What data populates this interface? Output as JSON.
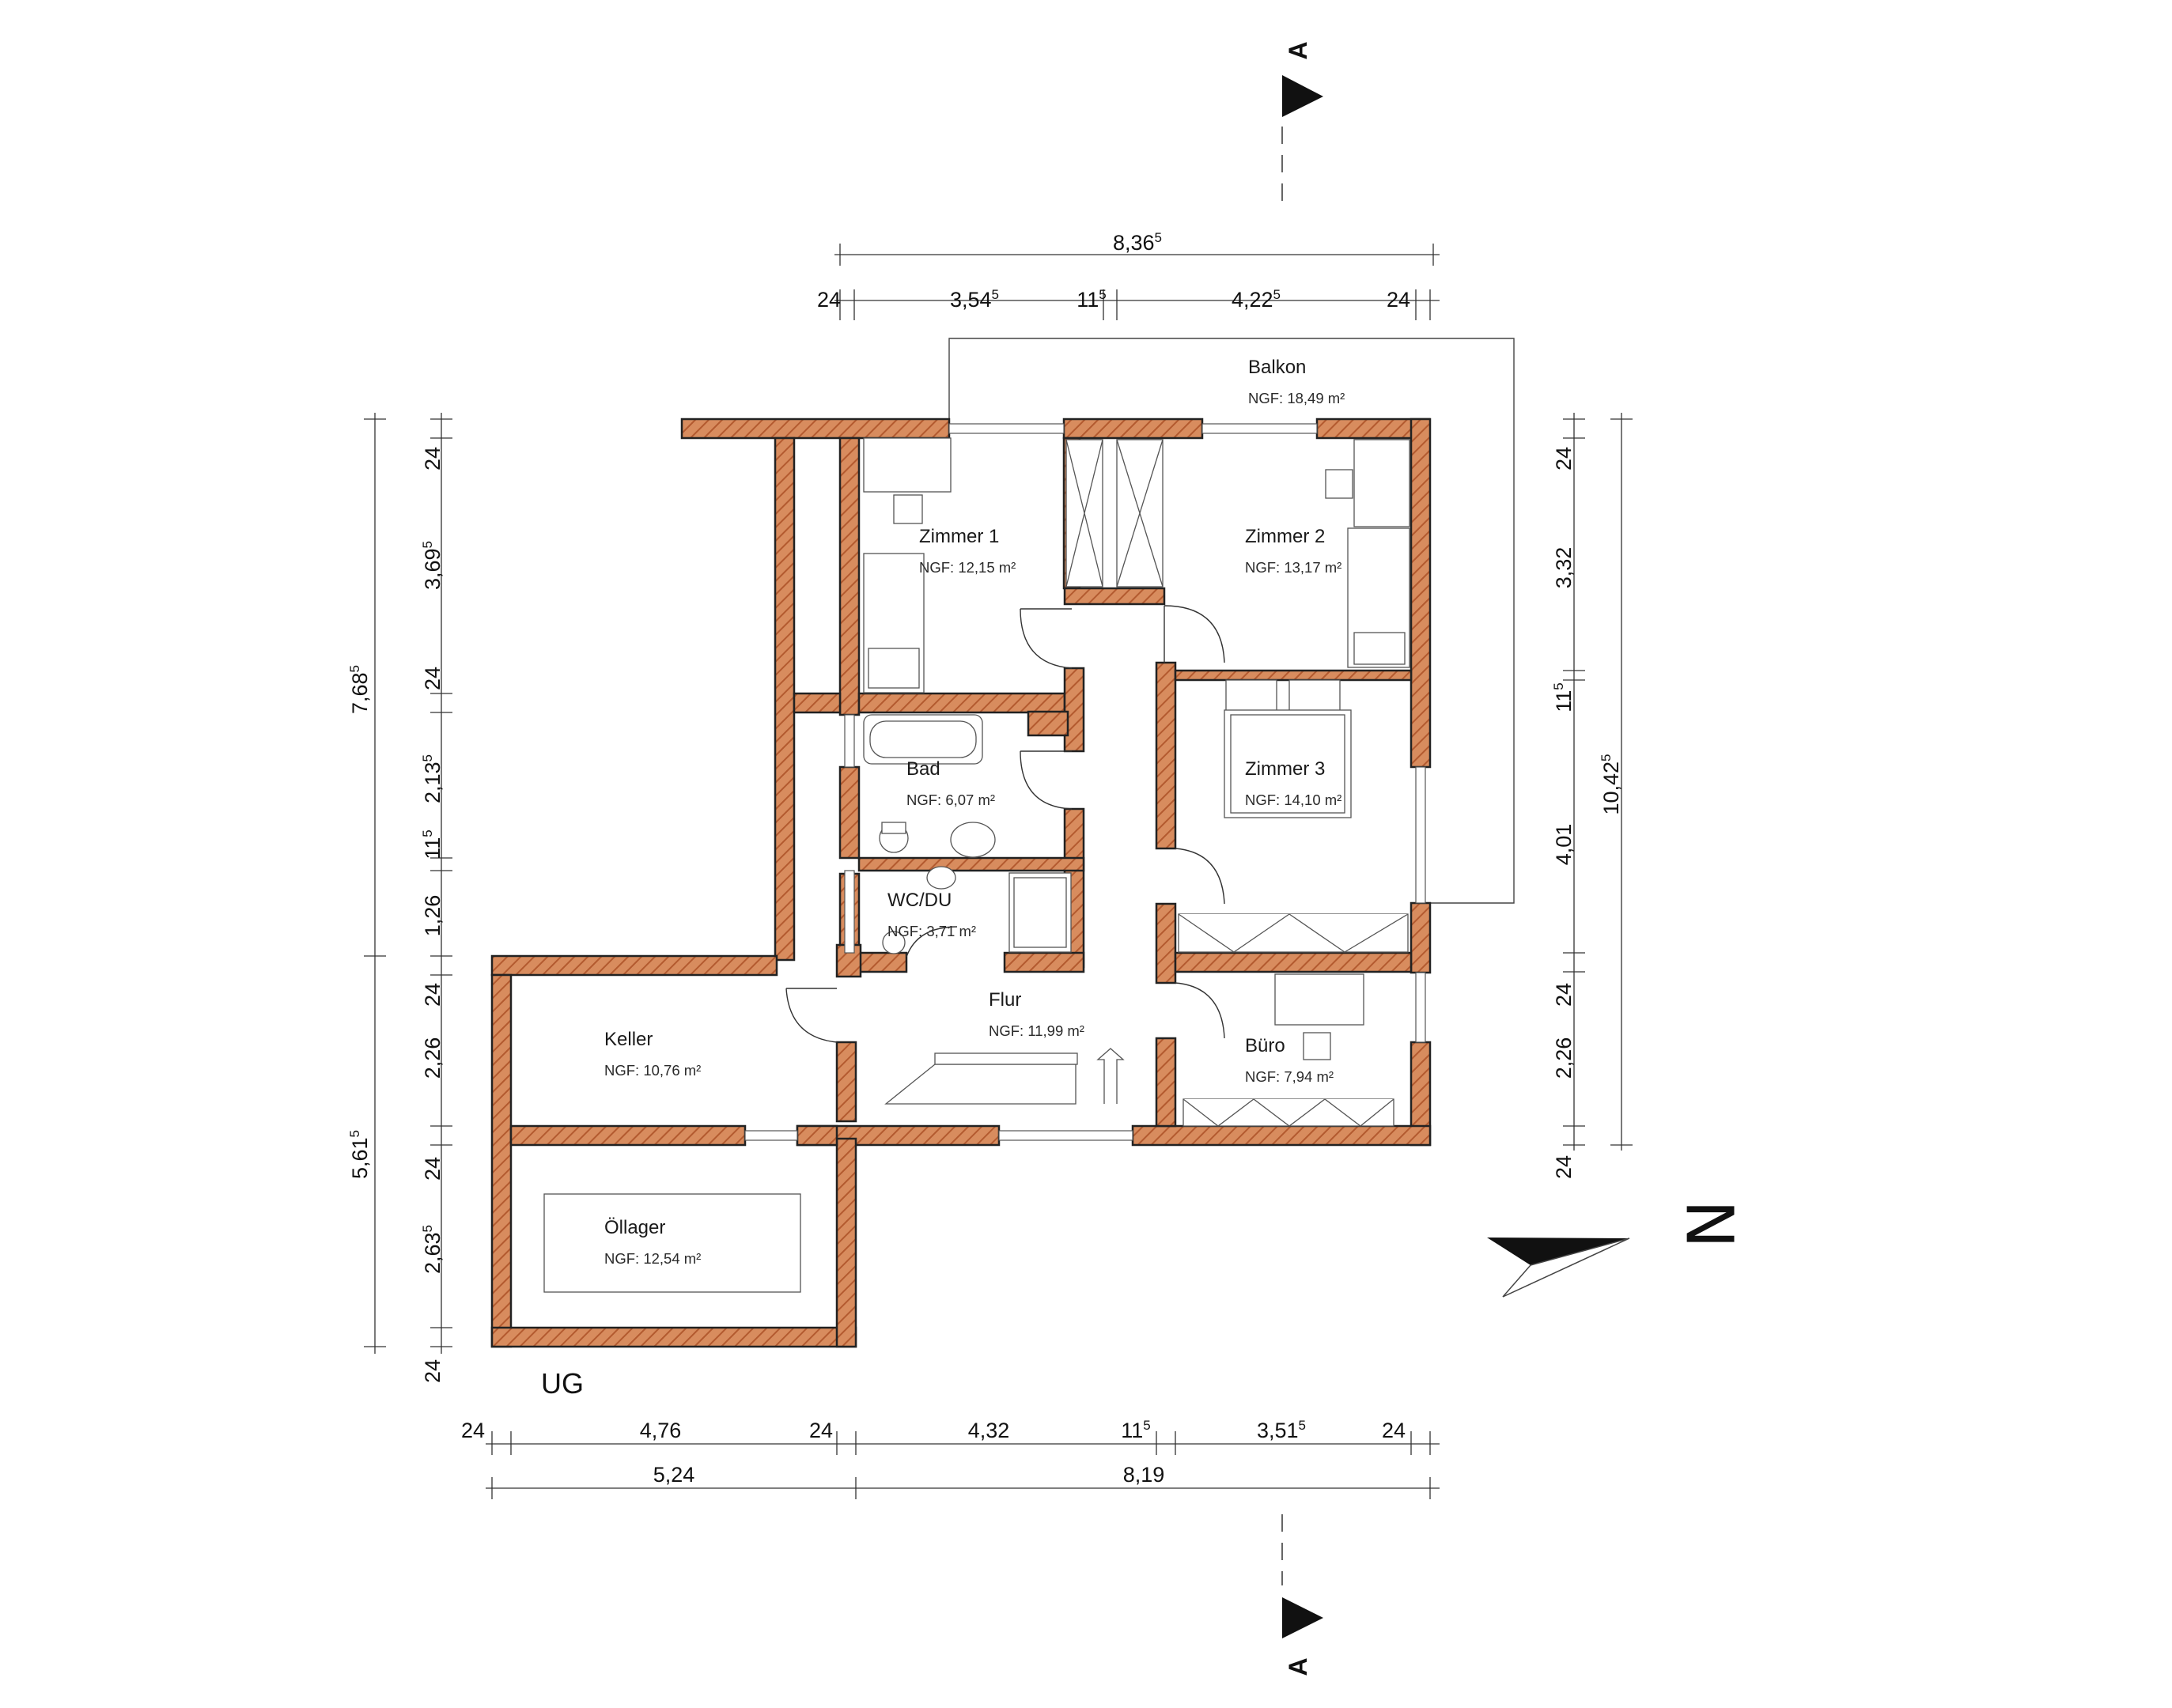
{
  "floor_name": "UG",
  "section_marker": "A",
  "north_marker": "N",
  "colors": {
    "wall_fill": "#d88c5e",
    "hatch": "#b35a2f",
    "line": "#222222"
  },
  "rooms": {
    "balkon": {
      "name": "Balkon",
      "area": "NGF: 18,49 m²"
    },
    "zimmer1": {
      "name": "Zimmer 1",
      "area": "NGF: 12,15 m²"
    },
    "zimmer2": {
      "name": "Zimmer 2",
      "area": "NGF: 13,17 m²"
    },
    "zimmer3": {
      "name": "Zimmer 3",
      "area": "NGF: 14,10 m²"
    },
    "bad": {
      "name": "Bad",
      "area": "NGF: 6,07 m²"
    },
    "wcdu": {
      "name": "WC/DU",
      "area": "NGF: 3,71 m²"
    },
    "flur": {
      "name": "Flur",
      "area": "NGF: 11,99 m²"
    },
    "buero": {
      "name": "Büro",
      "area": "NGF: 7,94 m²"
    },
    "keller": {
      "name": "Keller",
      "area": "NGF: 10,76 m²"
    },
    "oellager": {
      "name": "Öllager",
      "area": "NGF: 12,54 m²"
    }
  },
  "dims_top": {
    "overall": {
      "main": "8,36",
      "sup": "5"
    },
    "parts": [
      {
        "main": "24",
        "sup": ""
      },
      {
        "main": "3,54",
        "sup": "5"
      },
      {
        "main": "11",
        "sup": "5"
      },
      {
        "main": "4,22",
        "sup": "5"
      },
      {
        "main": "24",
        "sup": ""
      }
    ]
  },
  "dims_bottom": {
    "parts": [
      {
        "main": "24",
        "sup": ""
      },
      {
        "main": "4,76",
        "sup": ""
      },
      {
        "main": "24",
        "sup": ""
      },
      {
        "main": "4,32",
        "sup": ""
      },
      {
        "main": "11",
        "sup": "5"
      },
      {
        "main": "3,51",
        "sup": "5"
      },
      {
        "main": "24",
        "sup": ""
      }
    ],
    "overall": [
      {
        "main": "5,24",
        "sup": ""
      },
      {
        "main": "8,19",
        "sup": ""
      }
    ]
  },
  "dims_left": {
    "overall": [
      {
        "main": "7,68",
        "sup": "5"
      },
      {
        "main": "5,61",
        "sup": "5"
      }
    ],
    "parts": [
      {
        "main": "24",
        "sup": ""
      },
      {
        "main": "3,69",
        "sup": "5"
      },
      {
        "main": "24",
        "sup": ""
      },
      {
        "main": "2,13",
        "sup": "5"
      },
      {
        "main": "11",
        "sup": "5"
      },
      {
        "main": "1,26",
        "sup": ""
      },
      {
        "main": "24",
        "sup": ""
      },
      {
        "main": "2,26",
        "sup": ""
      },
      {
        "main": "24",
        "sup": ""
      },
      {
        "main": "2,63",
        "sup": "5"
      },
      {
        "main": "24",
        "sup": ""
      }
    ]
  },
  "dims_right": {
    "overall": {
      "main": "10,42",
      "sup": "5"
    },
    "parts": [
      {
        "main": "24",
        "sup": ""
      },
      {
        "main": "3,32",
        "sup": ""
      },
      {
        "main": "11",
        "sup": "5"
      },
      {
        "main": "4,01",
        "sup": ""
      },
      {
        "main": "24",
        "sup": ""
      },
      {
        "main": "2,26",
        "sup": ""
      },
      {
        "main": "24",
        "sup": ""
      }
    ]
  }
}
